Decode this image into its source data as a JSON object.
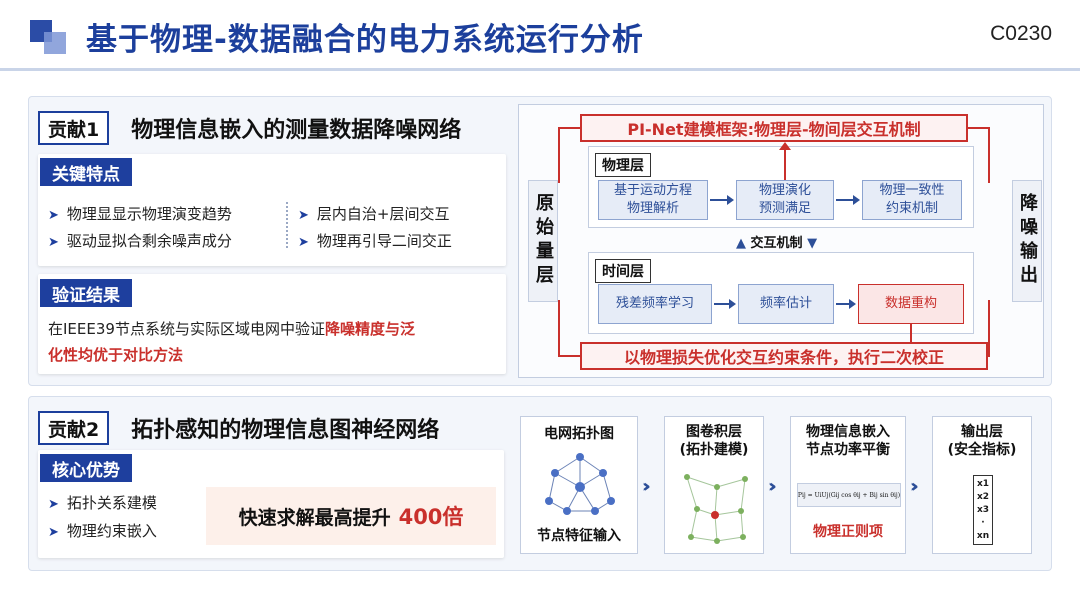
{
  "header": {
    "title": "基于物理-数据融合的电力系统运行分析",
    "code": "C0230"
  },
  "contribution1": {
    "label": "贡献1",
    "title": "物理信息嵌入的测量数据降噪网络",
    "features_tag": "关键特点",
    "features": [
      "物理显显示物理演变趋势",
      "层内自治+层间交互",
      "驱动显拟合剩余噪声成分",
      "物理再引导二间交正"
    ],
    "validation_tag": "验证结果",
    "validation_text": "在IEEE39节点系统与实际区域电网中验证",
    "validation_highlight_1": "降噪精度与泛",
    "validation_highlight_2": "化性均优于对比方法"
  },
  "framework": {
    "top_banner": "PI-Net建模框架:物理层-物间层交互机制",
    "bottom_banner": "以物理损失优化交互约束条件，执行二次校正",
    "left_col": "原始量层",
    "right_col": "降噪输出",
    "physics_layer": {
      "label": "物理层",
      "boxes": [
        "基于运动方程\n物理解析",
        "物理演化\n预测满足",
        "物理一致性\n约束机制"
      ]
    },
    "interaction": "交互机制",
    "time_layer": {
      "label": "时间层",
      "boxes": [
        "残差频率学习",
        "频率估计",
        "数据重构"
      ]
    }
  },
  "contribution2": {
    "label": "贡献2",
    "title": "拓扑感知的物理信息图神经网络",
    "advantage_tag": "核心优势",
    "advantages": [
      "拓扑关系建模",
      "物理约束嵌入"
    ],
    "speed_text": "快速求解最高提升",
    "speed_value": "400倍"
  },
  "pipeline": {
    "stage1_title": "电网拓扑图",
    "stage1_caption": "节点特征输入",
    "stage2_title": "图卷积层\n(拓扑建模)",
    "stage3_title": "物理信息嵌入\n节点功率平衡",
    "stage3_formula": "Pij = UiUj(Gij cos θij + Bij sin θij)",
    "stage3_caption": "物理正则项",
    "stage4_title": "输出层\n(安全指标)",
    "stage4_vars": [
      "x1",
      "x2",
      "x3",
      "·",
      "xn"
    ]
  },
  "colors": {
    "brand": "#1c3f9c",
    "accent_red": "#c9302c"
  }
}
